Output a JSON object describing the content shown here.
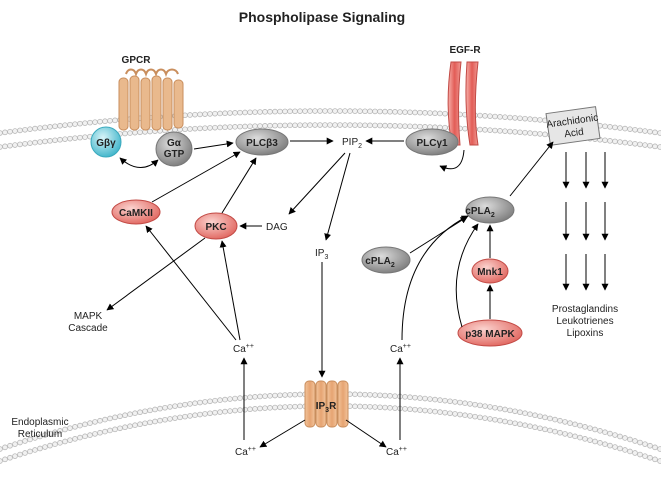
{
  "title": "Phospholipase Signaling",
  "receptors": {
    "gpcr": "GPCR",
    "egfr": "EGF-R",
    "ip3r": "IP3R"
  },
  "nodes": {
    "gby": "Gβγ",
    "galpha": "Gα",
    "gtp": "GTP",
    "plcb3": "PLCβ3",
    "plcg1": "PLCγ1",
    "camkii": "CaMKII",
    "pkc": "PKC",
    "cpla2_top": "cPLA2",
    "cpla2_left": "cPLA2",
    "mnk1": "Mnk1",
    "p38": "p38 MAPK"
  },
  "labels": {
    "pip2": "PIP2",
    "dag": "DAG",
    "ip3": "IP3",
    "ca_pkc": "Ca++",
    "ca_cpla2": "Ca++",
    "ca_er_left": "Ca++",
    "ca_er_right": "Ca++",
    "mapk_cascade": [
      "MAPK",
      "Cascade"
    ],
    "er": [
      "Endoplasmic",
      "Reticulum"
    ],
    "arachidonic": [
      "Arachidonic",
      "Acid"
    ],
    "products": [
      "Prostaglandins",
      "Leukotrienes",
      "Lipoxins"
    ]
  },
  "colors": {
    "membrane": "#b8b8b8",
    "grey_node": "#8e8e8e",
    "red_node": "#e8807a",
    "cyan_node": "#5ec6d8",
    "gpcr": "#e9b98d",
    "egfr": "#e8706c"
  }
}
